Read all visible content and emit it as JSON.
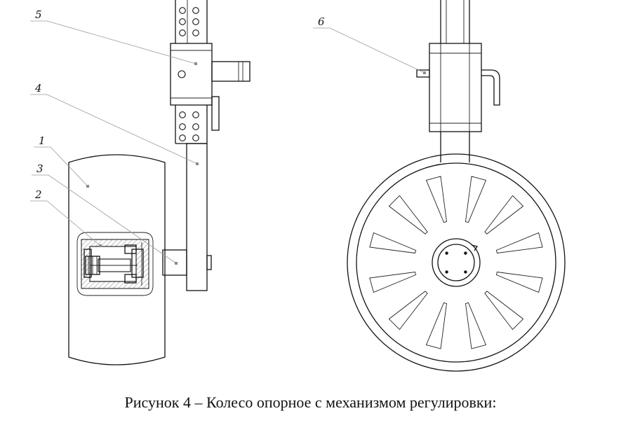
{
  "figure": {
    "caption": "Рисунок 4 – Колесо опорное с механизмом регулировки:",
    "callouts": [
      "1",
      "2",
      "3",
      "4",
      "5",
      "6"
    ]
  }
}
